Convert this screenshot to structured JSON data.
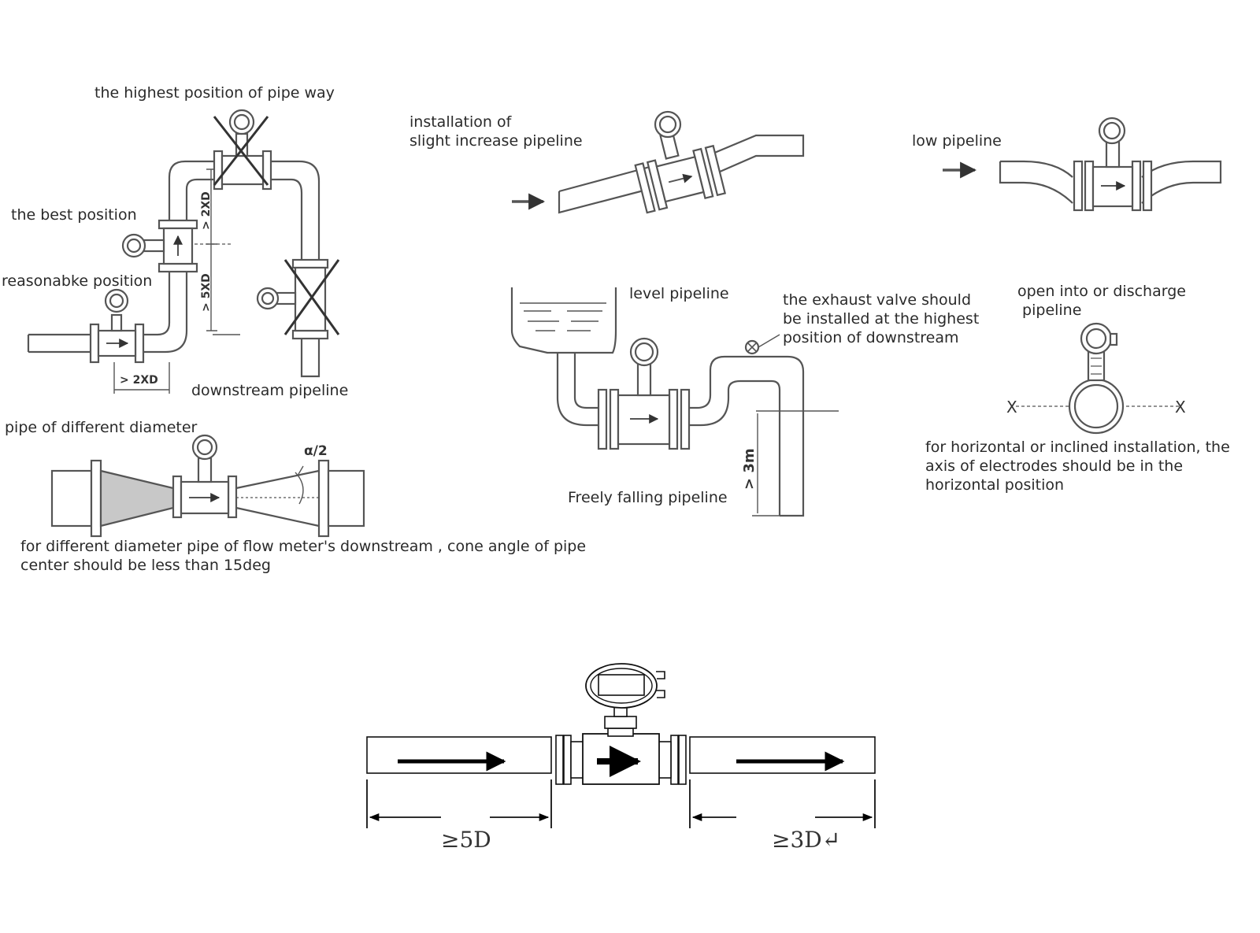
{
  "labels": {
    "highest_position": "the highest position of pipe way",
    "best_position": "the best position",
    "reasonable_position": "reasonabke position",
    "downstream_pipeline": "downstream pipeline",
    "dim_2xd_vertical": "> 2XD",
    "dim_5xd_vertical": "> 5XD",
    "dim_2xd_horizontal": "> 2XD",
    "slight_increase": "installation of\nslight increase pipeline",
    "low_pipeline": "low pipeline",
    "different_diameter": "pipe of different diameter",
    "alpha_half": "α/2",
    "different_diameter_note": "for different diameter pipe of flow meter's downstream , cone angle of pipe\ncenter should be less than 15deg",
    "level_pipeline": "level pipeline",
    "exhaust_valve": "the exhaust valve should\nbe installed at the highest\nposition of downstream",
    "freely_falling": "Freely falling pipeline",
    "dim_3m": "> 3m",
    "open_discharge": "open into or discharge\n pipeline",
    "electrode_x_left": "X",
    "electrode_x_right": "X",
    "electrodes_note": "for horizontal or inclined installation, the\naxis of electrodes should be in the\nhorizontal position",
    "upstream_5d": "≥5D",
    "downstream_3d": "≥3D↵"
  },
  "colors": {
    "line": "#555555",
    "fill": "#ffffff",
    "cone_fill": "#c8c8c8",
    "text": "#2a2a2a"
  }
}
